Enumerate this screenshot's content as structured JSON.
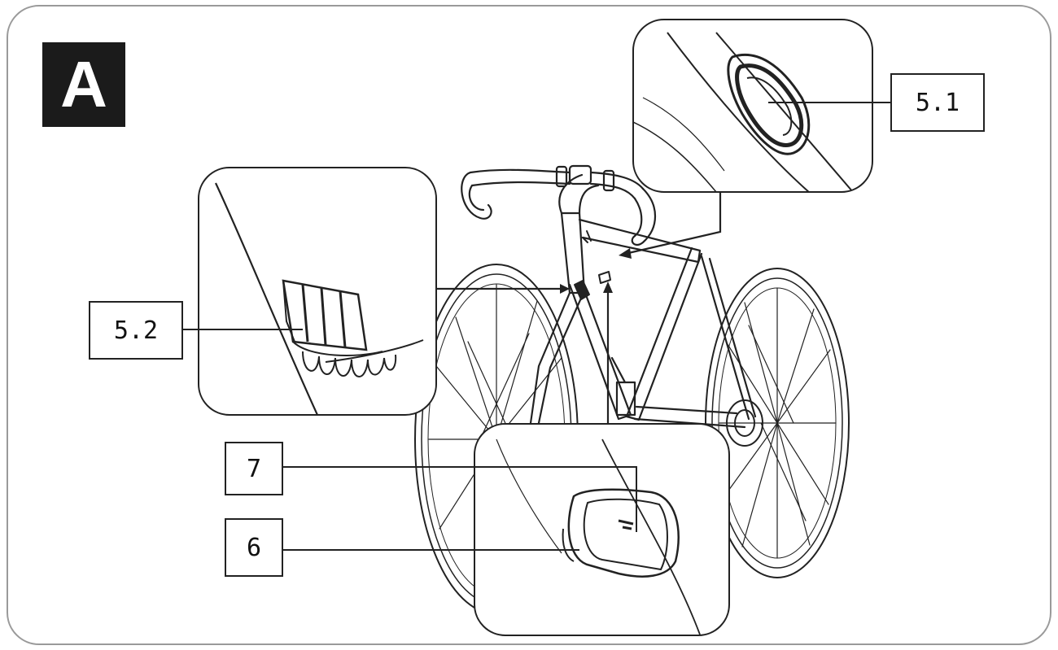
{
  "figure": {
    "panel_letter": "A",
    "callouts": [
      {
        "id": "5.1",
        "label": "5.1"
      },
      {
        "id": "5.2",
        "label": "5.2"
      },
      {
        "id": "7",
        "label": "7"
      },
      {
        "id": "6",
        "label": "6"
      }
    ]
  },
  "colors": {
    "line": "#222222",
    "frame": "#9a9a9a",
    "badge_bg": "#1b1b1b",
    "badge_text": "#ffffff"
  }
}
